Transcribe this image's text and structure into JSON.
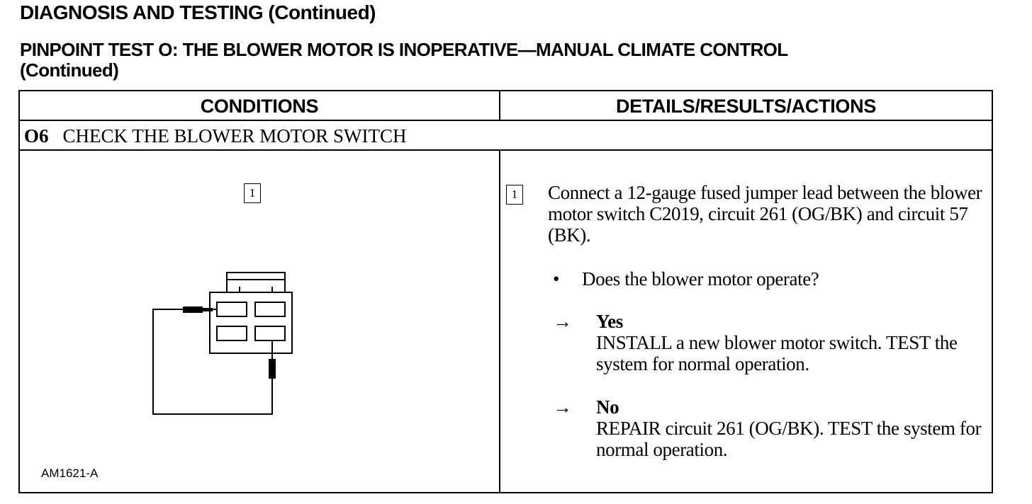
{
  "header": {
    "page_title": "DIAGNOSIS AND TESTING (Continued)",
    "test_title_line1": "PINPOINT TEST O:  THE BLOWER MOTOR IS INOPERATIVE—MANUAL CLIMATE CONTROL",
    "test_title_line2": "(Continued)"
  },
  "table": {
    "col_conditions": "CONDITIONS",
    "col_details": "DETAILS/RESULTS/ACTIONS",
    "step_number": "O6",
    "step_title": "CHECK THE BLOWER MOTOR SWITCH"
  },
  "conditions": {
    "marker": "1",
    "figure_id": "AM1621-A"
  },
  "details": {
    "marker": "1",
    "instruction": "Connect a 12-gauge fused jumper lead between the blower motor switch C2019, circuit 261 (OG/BK) and circuit 57 (BK).",
    "bullet": "•",
    "question": "Does the blower motor operate?",
    "arrow": "→",
    "yes_label": "Yes",
    "yes_action": "INSTALL a new blower motor switch. TEST the system for normal operation.",
    "no_label": "No",
    "no_action": "REPAIR circuit 261 (OG/BK). TEST the system for normal operation."
  }
}
